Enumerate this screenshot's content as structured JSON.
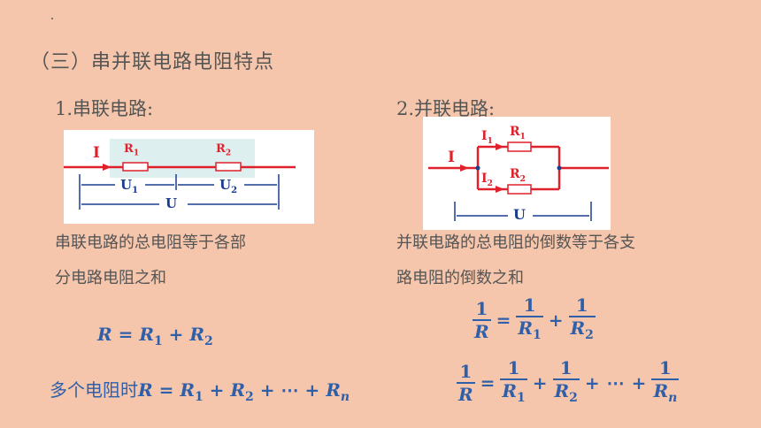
{
  "title": "（三）串并联电路电阻特点",
  "series": {
    "heading": "1.串联电路:",
    "diagram": {
      "current": "I",
      "r1": "R",
      "r1_sub": "1",
      "r2": "R",
      "r2_sub": "2",
      "u1": "U",
      "u1_sub": "1",
      "u2": "U",
      "u2_sub": "2",
      "u": "U"
    },
    "desc_line1": "串联电路的总电阻等于各部",
    "desc_line2": "分电路电阻之和",
    "formula": {
      "lhs": "R",
      "eq": "=",
      "t1": "R",
      "t1_sub": "1",
      "plus": "+",
      "t2": "R",
      "t2_sub": "2"
    },
    "multi": {
      "prefix": "多个电阻时",
      "lhs": "R",
      "eq": "=",
      "t1": "R",
      "t1_sub": "1",
      "p1": "+",
      "t2": "R",
      "t2_sub": "2",
      "p2": "+",
      "dots": "⋯",
      "p3": "+",
      "tn": "R",
      "tn_sub": "n"
    }
  },
  "parallel": {
    "heading": "2.并联电路:",
    "diagram": {
      "current": "I",
      "i1": "I",
      "i1_sub": "1",
      "i2": "I",
      "i2_sub": "2",
      "r1": "R",
      "r1_sub": "1",
      "r2": "R",
      "r2_sub": "2",
      "u": "U"
    },
    "desc_line1": "并联电路的总电阻的倒数等于各支",
    "desc_line2": "路电阻的倒数之和",
    "formula": {
      "one": "1",
      "lhs": "R",
      "eq": "=",
      "t1": "R",
      "t1_sub": "1",
      "plus": "+",
      "t2": "R",
      "t2_sub": "2"
    },
    "multi": {
      "one": "1",
      "lhs": "R",
      "eq": "=",
      "t1": "R",
      "t1_sub": "1",
      "p1": "+",
      "t2": "R",
      "t2_sub": "2",
      "p2": "+",
      "dots": "⋯",
      "p3": "+",
      "tn": "R",
      "tn_sub": "n"
    }
  },
  "colors": {
    "background": "#f5c6ab",
    "formula": "#2f5fa8",
    "wire": "#e0202a",
    "diagram_text": "#1b3d8f"
  }
}
